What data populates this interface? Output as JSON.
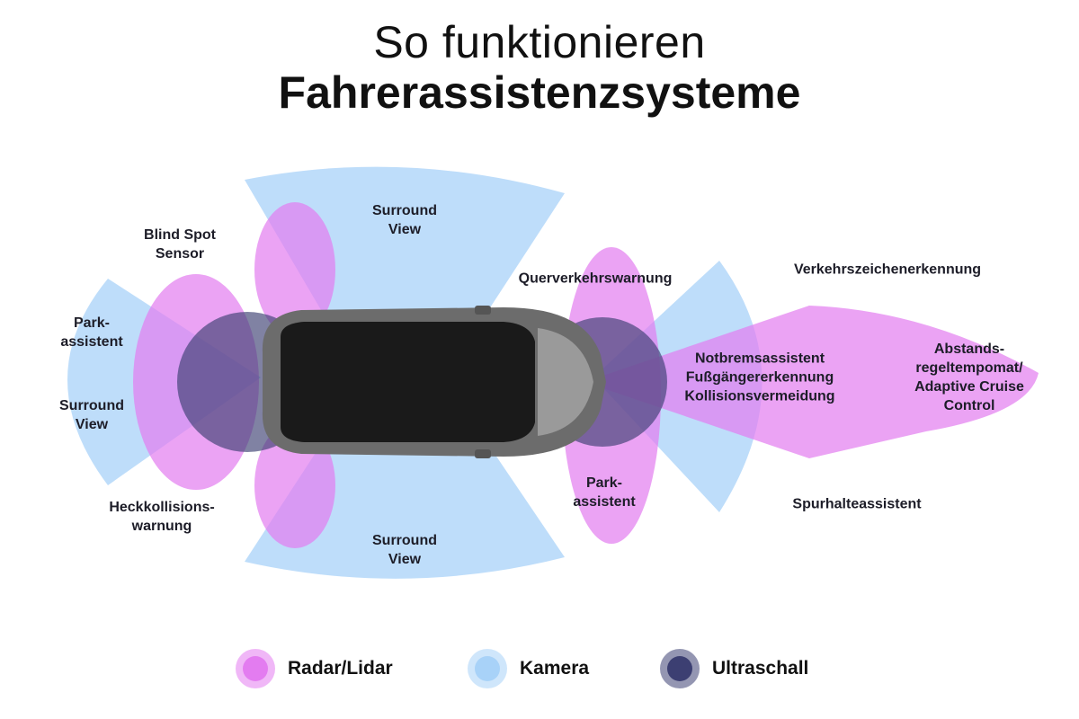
{
  "title": {
    "line1": "So funktionieren",
    "line2": "Fahrerassistenzsysteme"
  },
  "colors": {
    "radar": "#e37cf0",
    "kamera": "#a8d2f8",
    "ultraschall": "#3c3f72"
  },
  "zones": [
    {
      "id": "surround-view-top",
      "text": "Surround\nView"
    },
    {
      "id": "blind-spot-sensor",
      "text": "Blind Spot\nSensor"
    },
    {
      "id": "park-assistent-rear",
      "text": "Park-\nassistent"
    },
    {
      "id": "surround-view-rear",
      "text": "Surround\nView"
    },
    {
      "id": "heckkollisionswarnung",
      "text": "Heckkollisions-\nwarnung"
    },
    {
      "id": "surround-view-bottom",
      "text": "Surround\nView"
    },
    {
      "id": "querverkehrswarnung",
      "text": "Querverkehrswarnung"
    },
    {
      "id": "verkehrszeichenerkennung",
      "text": "Verkehrszeichenerkennung"
    },
    {
      "id": "notbrems-group",
      "text": "Notbremsassistent\nFußgängererkennung\nKollisionsvermeidung"
    },
    {
      "id": "abstandsregeltempomat",
      "text": "Abstands-\nregeltempomat/\nAdaptive Cruise\nControl"
    },
    {
      "id": "park-assistent-front",
      "text": "Park-\nassistent"
    },
    {
      "id": "spurhalteassistent",
      "text": "Spurhalteassistent"
    }
  ],
  "legend": [
    {
      "key": "radar",
      "label": "Radar/Lidar"
    },
    {
      "key": "kamera",
      "label": "Kamera"
    },
    {
      "key": "ultraschall",
      "label": "Ultraschall"
    }
  ]
}
